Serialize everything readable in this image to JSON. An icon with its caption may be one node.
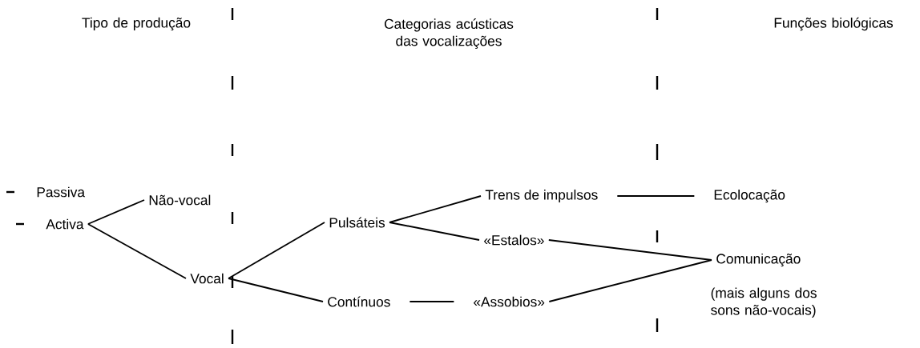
{
  "diagram": {
    "nodes": [
      {
        "text": [
          "Passiva"
        ]
      },
      {
        "text": [
          "Activa"
        ]
      },
      {
        "text": [
          "Não-vocal"
        ]
      },
      {
        "text": [
          "Vocal"
        ]
      },
      {
        "text": [
          "Pulsáteis"
        ]
      },
      {
        "text": [
          "Contínuos"
        ]
      },
      {
        "text": [
          "Trens de impulsos"
        ]
      },
      {
        "text": [
          "«Estalos»"
        ]
      },
      {
        "text": [
          "«Assobios»"
        ]
      },
      {
        "text": [
          "Ecolocação"
        ]
      },
      {
        "text": [
          "Comunicação"
        ],
        "beside": [
          "(mais alguns dos sons não-vocais)"
        ]
      }
    ],
    "edges": [
      {
        "from": 1,
        "to": 2,
        "arrow": "none"
      },
      {
        "from": 1,
        "to": 3,
        "arrow": "none"
      },
      {
        "from": 3,
        "to": 4,
        "arrow": "none"
      },
      {
        "from": 3,
        "to": 5,
        "arrow": "none"
      },
      {
        "from": 4,
        "to": 6,
        "arrow": "none"
      },
      {
        "from": 4,
        "to": 7,
        "arrow": "none"
      },
      {
        "from": 6,
        "to": 9,
        "arrow": "none"
      },
      {
        "from": 5,
        "to": 8,
        "arrow": "none"
      },
      {
        "from": 7,
        "to": 10,
        "arrow": "none"
      },
      {
        "from": 8,
        "to": 10,
        "arrow": "none"
      }
    ],
    "labels": [
      "Tipo de produção",
      "Categorias acústicas das vocalizações",
      "Funções biológicas"
    ]
  }
}
